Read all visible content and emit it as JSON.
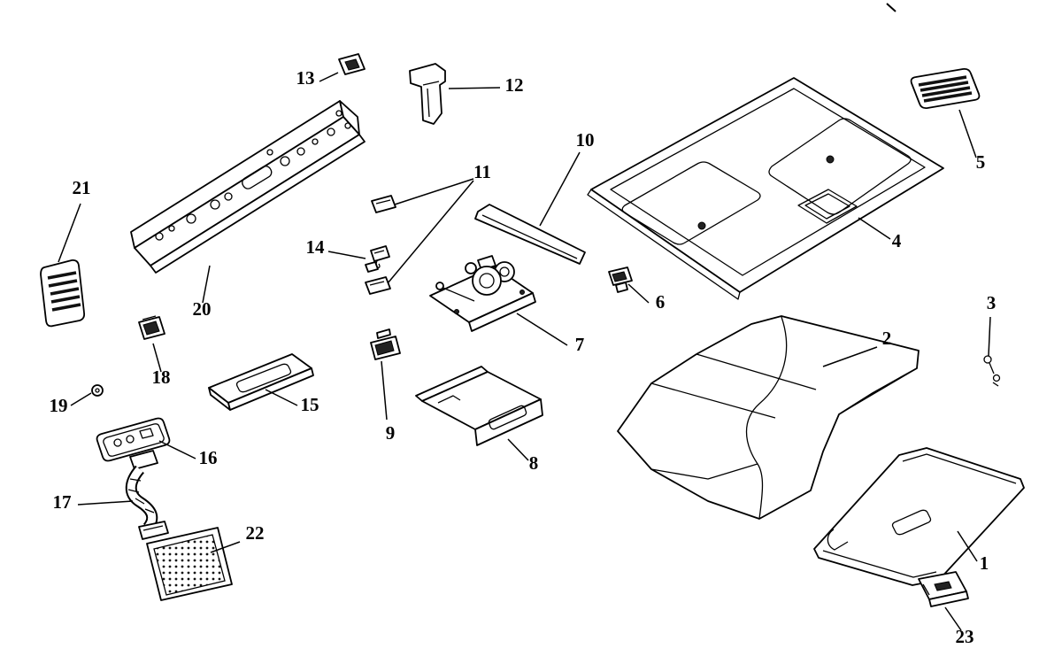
{
  "figure": {
    "kind": "exploded-parts-diagram",
    "background_color": "#ffffff",
    "line_color": "#000000",
    "callouts": [
      "1",
      "2",
      "3",
      "4",
      "5",
      "6",
      "7",
      "8",
      "9",
      "10",
      "11",
      "12",
      "13",
      "14",
      "15",
      "16",
      "17",
      "18",
      "19",
      "20",
      "21",
      "22",
      "23"
    ]
  }
}
